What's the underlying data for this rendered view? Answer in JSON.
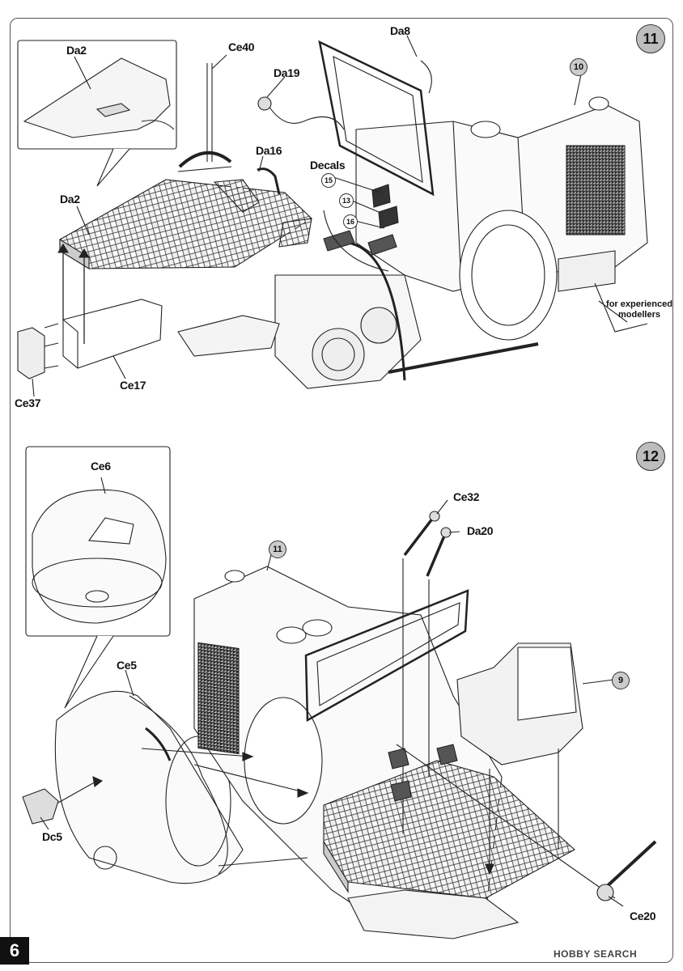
{
  "page_number": "6",
  "steps": [
    {
      "number": "11",
      "labels": {
        "da2_inset": "Da2",
        "ce40": "Ce40",
        "da19": "Da19",
        "da8": "Da8",
        "da16": "Da16",
        "decals": "Decals",
        "da2": "Da2",
        "ce17": "Ce17",
        "ce37": "Ce37"
      },
      "decal_numbers": [
        "15",
        "13",
        "16"
      ],
      "ref_step": "10",
      "note": "for experienced modellers"
    },
    {
      "number": "12",
      "labels": {
        "ce6": "Ce6",
        "ce32": "Ce32",
        "da20": "Da20",
        "ce5": "Ce5",
        "dc5": "Dc5",
        "ce20": "Ce20"
      },
      "ref_steps": [
        "11",
        "9"
      ]
    }
  ],
  "watermark": "HOBBY SEARCH"
}
